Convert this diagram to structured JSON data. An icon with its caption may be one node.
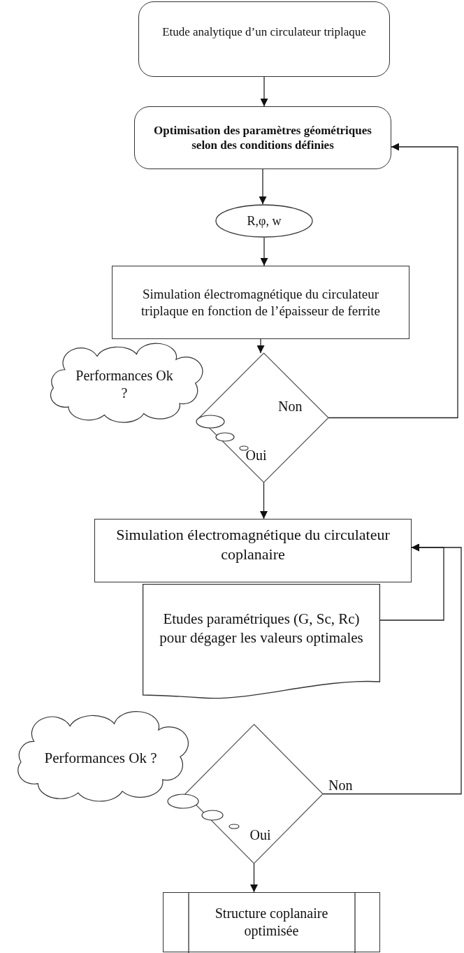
{
  "diagram": {
    "nodes": [
      {
        "text": [
          "Etude analytique d’un circulateur triplaque"
        ]
      },
      {
        "text": [
          "Optimisation des paramètres géométriques selon des conditions définies"
        ]
      },
      {
        "text": [
          "R,φ, w"
        ]
      },
      {
        "text": [
          "Simulation électromagnétique du circulateur triplaque en fonction de l’épaisseur de ferrite"
        ]
      },
      {
        "text": [
          "Performances Ok ?"
        ]
      },
      {
        "text": [],
        "shape": "diamond"
      },
      {
        "text": [
          "Simulation électromagnétique du circulateur coplanaire"
        ]
      },
      {
        "text": [
          "Etudes paramétriques (G, Sc, Rc) pour dégager les valeurs optimales"
        ]
      },
      {
        "text": [
          "Performances Ok ?"
        ]
      },
      {
        "text": [],
        "shape": "diamond"
      },
      {
        "text": [
          "Structure coplanaire optimisée"
        ]
      }
    ],
    "edges": [
      {
        "from": 0,
        "to": 1,
        "arrow": "to"
      },
      {
        "from": 1,
        "to": 2,
        "arrow": "to"
      },
      {
        "from": 2,
        "to": 3,
        "arrow": "to"
      },
      {
        "from": 3,
        "to": 5,
        "arrow": "to"
      },
      {
        "from": 5,
        "to": 1,
        "arrow": "to",
        "label": "Non"
      },
      {
        "from": 5,
        "to": 6,
        "arrow": "to",
        "label": "Oui"
      },
      {
        "from": 7,
        "to": 6,
        "arrow": "to"
      },
      {
        "from": 9,
        "to": 6,
        "arrow": "to",
        "label": "Non"
      },
      {
        "from": 9,
        "to": 10,
        "arrow": "to",
        "label": "Oui"
      }
    ]
  }
}
